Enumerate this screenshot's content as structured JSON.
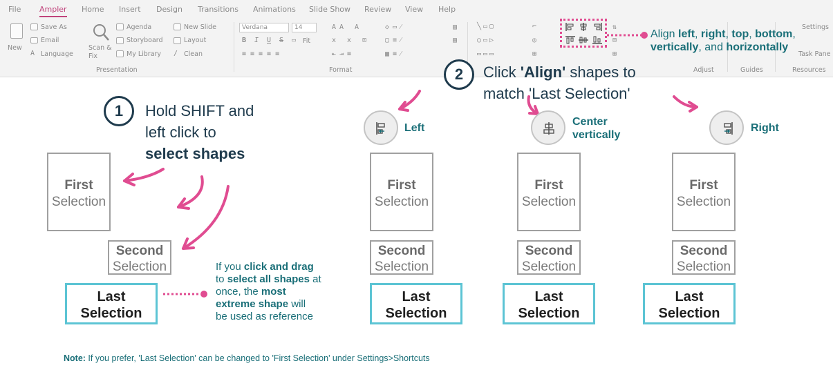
{
  "menu": {
    "tabs": [
      "File",
      "Ampler",
      "Home",
      "Insert",
      "Design",
      "Transitions",
      "Animations",
      "Slide Show",
      "Review",
      "View",
      "Help"
    ],
    "active_tab": "Ampler"
  },
  "ribbon": {
    "new_label": "New",
    "save_as": "Save As",
    "email": "Email",
    "language": "Language",
    "scan_fix": "Scan & Fix",
    "agenda": "Agenda",
    "storyboard": "Storyboard",
    "my_library": "My Library",
    "new_slide": "New Slide",
    "layout": "Layout",
    "clean": "Clean",
    "font_name": "Verdana",
    "font_size": "14",
    "fit": "Fit",
    "group_presentation": "Presentation",
    "group_format": "Format",
    "group_adjust": "Adjust",
    "group_guides": "Guides",
    "group_resources": "Resources",
    "settings": "Settings",
    "task_pane": "Task Pane"
  },
  "step1": {
    "number": "1",
    "line1": "Hold SHIFT and",
    "line2": "left click to",
    "line3": "select shapes"
  },
  "step2": {
    "number": "2",
    "click": "Click ",
    "align_word": "'Align'",
    "rest1": " shapes to",
    "line2": "match 'Last Selection'"
  },
  "align_hint": {
    "prefix": "Align ",
    "left": "left",
    "sep1": ", ",
    "right": "right",
    "sep2": ", ",
    "top": "top",
    "sep3": ", ",
    "bottom": "bottom",
    "sep4": ",",
    "vertically": "vertically",
    "and": ", and ",
    "horizontally": "horizontally"
  },
  "shapes": {
    "first_bold": "First",
    "first_rest": "Selection",
    "second_bold": "Second",
    "second_rest": "Selection",
    "last_bold": "Last",
    "last_rest": "Selection"
  },
  "align_buttons": {
    "left": "Left",
    "center_line1": "Center",
    "center_line2": "vertically",
    "right": "Right"
  },
  "info": {
    "t1": "If you ",
    "b1": "click and drag",
    "t2": "to ",
    "b2": "select all shapes",
    "t3": " at",
    "t4": "once, the ",
    "b3": "most",
    "b4": "extreme shape",
    "t5": " will",
    "t6": "be used as reference"
  },
  "note": {
    "label": "Note:",
    "text": " If you prefer, 'Last Selection' can be changed to 'First Selection' under Settings>Shortcuts"
  },
  "colors": {
    "accent_pink": "#e04c91",
    "teal": "#1a6f78",
    "navy": "#1f3b4d",
    "last_border": "#5cc4d4"
  }
}
